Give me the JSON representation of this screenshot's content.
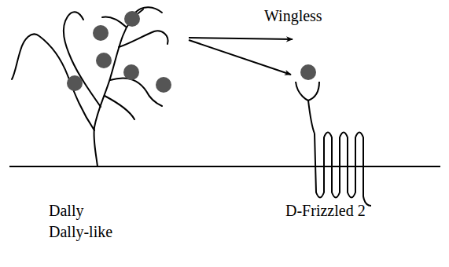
{
  "diagram": {
    "labels": [
      "Wingless",
      "Dally",
      "Dally-like",
      "D-Frizzled 2"
    ]
  }
}
